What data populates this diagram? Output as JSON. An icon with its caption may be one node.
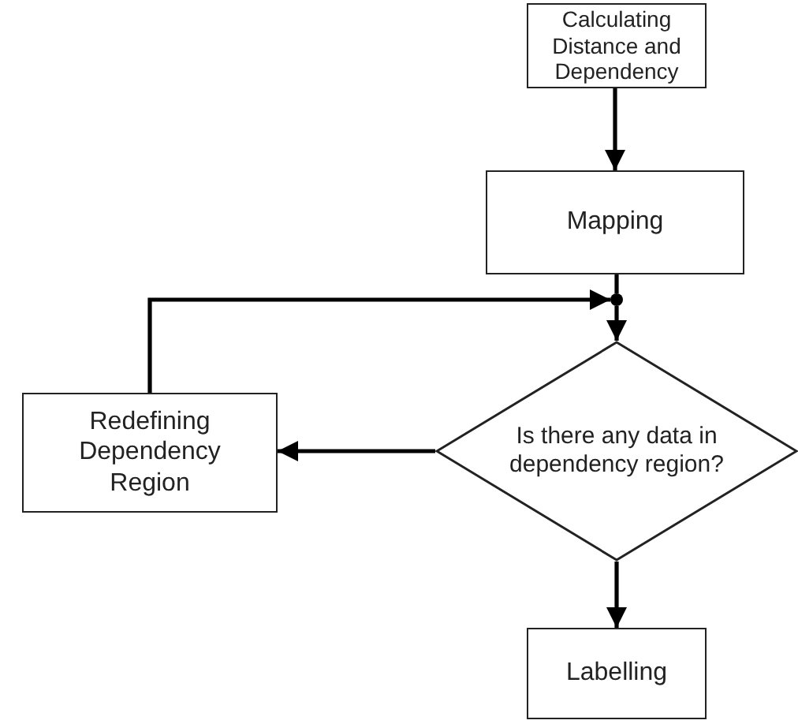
{
  "diagram": {
    "nodes": [
      {
        "text": [
          "Calculating Distance and Dependency"
        ]
      },
      {
        "text": [
          "Mapping"
        ]
      },
      {
        "text": [],
        "shape": "circle"
      },
      {
        "text": [
          "Is there any data in dependency region?"
        ]
      },
      {
        "text": [
          "Redefining Dependency Region"
        ]
      },
      {
        "text": [
          "Labelling"
        ]
      }
    ],
    "edges": [
      {
        "from": 0,
        "to": 1,
        "arrow": "to"
      },
      {
        "from": 1,
        "to": 2,
        "arrow": "none"
      },
      {
        "from": 2,
        "to": 3,
        "arrow": "to"
      },
      {
        "from": 3,
        "to": 4,
        "arrow": "to"
      },
      {
        "from": 4,
        "to": 2,
        "arrow": "to"
      },
      {
        "from": 3,
        "to": 5,
        "arrow": "to"
      }
    ]
  }
}
